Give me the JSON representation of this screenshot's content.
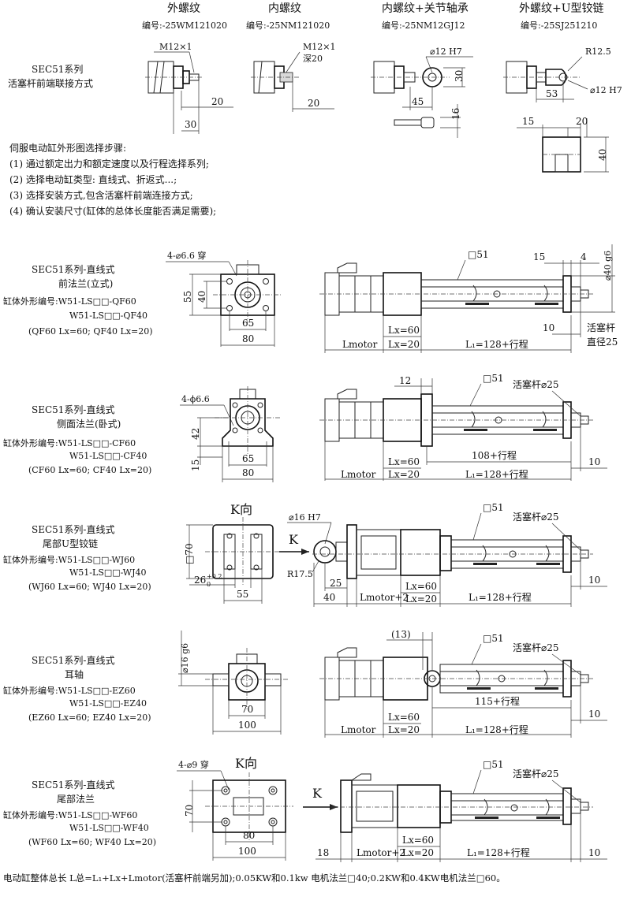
{
  "top": {
    "title_series": "SEC51系列",
    "title_desc": "活塞杆前端联接方式",
    "types": [
      {
        "name": "外螺纹",
        "code": "编号:-25WM121020",
        "thread": "M12×1",
        "d1": "20",
        "d2": "30"
      },
      {
        "name": "内螺纹",
        "code": "编号:-25NM121020",
        "thread": "M12×1",
        "depth": "深20",
        "d1": "20"
      },
      {
        "name": "内螺纹+关节轴承",
        "code": "编号:-25NM12GJ12",
        "hole": "⌀12 H7",
        "h": "30",
        "d1": "45",
        "d2": "16"
      },
      {
        "name": "外螺纹+U型铰链",
        "code": "编号:-25SJ251210",
        "radius": "R12.5",
        "hole": "⌀12 H7",
        "d1": "53",
        "d2": "15",
        "d3": "20",
        "d4": "40"
      }
    ]
  },
  "steps": {
    "heading": "伺服电动缸外形图选择步骤:",
    "items": [
      "(1) 通过额定出力和额定速度以及行程选择系列;",
      "(2) 选择电动缸类型: 直线式、折返式...;",
      "(3) 选择安装方式,包含活塞杆前端连接方式;",
      "(4) 确认安装尺寸(缸体的总体长度能否满足需要);"
    ]
  },
  "sections": [
    {
      "title": "SEC51系列-直线式",
      "sub": "前法兰(立式)",
      "code1": "缸体外形编号:W51-LS□□-QF60",
      "code2": "W51-LS□□-QF40",
      "note": "(QF60 Lx=60; QF40 Lx=20)",
      "side_dims": {
        "holes": "4-⌀6.6 穿",
        "h1": "55",
        "h2": "40",
        "w1": "65",
        "w2": "80"
      },
      "main_dims": {
        "sq": "□51",
        "a": "15",
        "b": "4",
        "dia": "⌀40 g6",
        "lx1": "Lx=60",
        "lx2": "Lx=20",
        "lm": "Lmotor",
        "l1": "L₁=128+行程",
        "e": "10",
        "rod1": "活塞杆",
        "rod2": "直径25"
      }
    },
    {
      "title": "SEC51系列-直线式",
      "sub": "侧面法兰(卧式)",
      "code1": "缸体外形编号:W51-LS□□-CF60",
      "code2": "W51-LS□□-CF40",
      "note": "(CF60 Lx=60; CF40 Lx=20)",
      "side_dims": {
        "holes": "4-ϕ6.6",
        "h1": "42",
        "h2": "15",
        "w1": "65",
        "w2": "80"
      },
      "main_dims": {
        "a": "12",
        "sq": "□51",
        "rod": "活塞杆⌀25",
        "s": "108+行程",
        "lx1": "Lx=60",
        "lx2": "Lx=20",
        "lm": "Lmotor",
        "l1": "L₁=128+行程",
        "e": "10"
      }
    },
    {
      "title": "SEC51系列-直线式",
      "sub": "尾部U型铰链",
      "code1": "缸体外形编号:W51-LS□□-WJ60",
      "code2": "W51-LS□□-WJ40",
      "note": "(WJ60 Lx=60; WJ40 Lx=20)",
      "kdir": "K向",
      "k": "K",
      "side_dims": {
        "sq": "□70",
        "g": "26",
        "tol": "+0.2",
        "tol0": "0",
        "w": "55"
      },
      "main_dims": {
        "hole": "⌀16 H7",
        "r": "R17.5",
        "c": "25",
        "a": "40",
        "lm": "Lmotor+2",
        "sq": "□51",
        "rod": "活塞杆⌀25",
        "lx1": "Lx=60",
        "lx2": "Lx=20",
        "l1": "L₁=128+行程",
        "e": "10"
      }
    },
    {
      "title": "SEC51系列-直线式",
      "sub": "耳轴",
      "code1": "缸体外形编号:W51-LS□□-EZ60",
      "code2": "W51-LS□□-EZ40",
      "note": "(EZ60 Lx=60; EZ40 Lx=20)",
      "side_dims": {
        "dia": "⌀16 g6",
        "w1": "70",
        "w2": "100"
      },
      "main_dims": {
        "c": "(13)",
        "sq": "□51",
        "rod": "活塞杆⌀25",
        "s": "115+行程",
        "lx1": "Lx=60",
        "lx2": "Lx=20",
        "lm": "Lmotor",
        "l1": "L₁=128+行程",
        "e": "10"
      }
    },
    {
      "title": "SEC51系列-直线式",
      "sub": "尾部法兰",
      "code1": "缸体外形编号:W51-LS□□-WF60",
      "code2": "W51-LS□□-WF40",
      "note": "(WF60 Lx=60; WF40 Lx=20)",
      "kdir": "K向",
      "k": "K",
      "side_dims": {
        "holes": "4-⌀9 穿",
        "h": "70",
        "w1": "80",
        "w2": "100"
      },
      "main_dims": {
        "sq": "□51",
        "rod": "活塞杆⌀25",
        "a": "18",
        "lm": "Lmotor+2",
        "lx1": "Lx=60",
        "lx2": "Lx=20",
        "l1": "L₁=128+行程",
        "e": "10"
      }
    }
  ],
  "footer": "电动缸整体总长 L总=L₁+Lx+Lmotor(活塞杆前端另加);0.05KW和0.1kw 电机法兰□40;0.2KW和0.4KW电机法兰□60。"
}
